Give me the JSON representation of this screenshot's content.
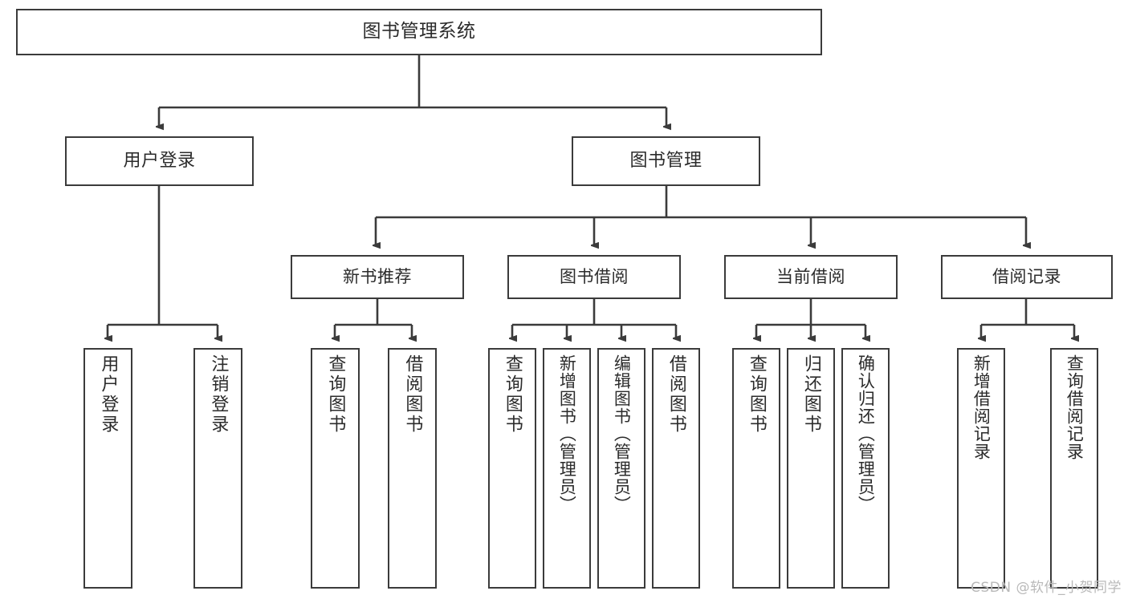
{
  "diagram": {
    "title": "图书管理系统",
    "type": "tree",
    "root": {
      "label": "图书管理系统"
    },
    "level2": [
      {
        "label": "用户登录"
      },
      {
        "label": "图书管理"
      }
    ],
    "level3": [
      {
        "label": "新书推荐"
      },
      {
        "label": "图书借阅"
      },
      {
        "label": "当前借阅"
      },
      {
        "label": "借阅记录"
      }
    ],
    "leaves": {
      "user_login": [
        {
          "label": "用户登录"
        },
        {
          "label": "注销登录"
        }
      ],
      "new_book": [
        {
          "label": "查询图书"
        },
        {
          "label": "借阅图书"
        }
      ],
      "book_borrow": [
        {
          "label": "查询图书"
        },
        {
          "label": "新增图书（管理员）"
        },
        {
          "label": "编辑图书（管理员）"
        },
        {
          "label": "借阅图书"
        }
      ],
      "current_borrow": [
        {
          "label": "查询图书"
        },
        {
          "label": "归还图书"
        },
        {
          "label": "确认归还（管理员）"
        }
      ],
      "borrow_record": [
        {
          "label": "新增借阅记录"
        },
        {
          "label": "查询借阅记录"
        }
      ]
    },
    "watermark": "CSDN @软件_小贺同学",
    "colors": {
      "border": "#3b3b3b",
      "background": "#ffffff",
      "text": "#2b2b2b",
      "watermark": "#b9b9b9"
    }
  }
}
